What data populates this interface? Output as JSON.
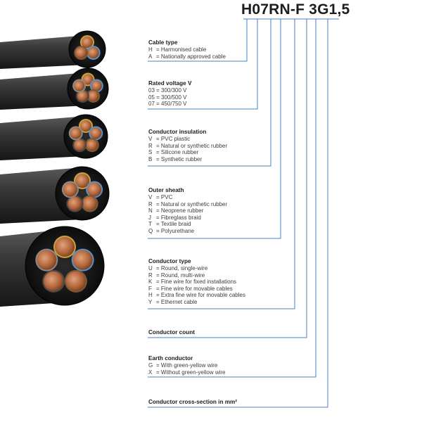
{
  "designation": {
    "parts": [
      "H",
      "07",
      "R",
      "N",
      "-",
      "F",
      " ",
      "3",
      "G",
      "1,5"
    ]
  },
  "sections": [
    {
      "key": "cable-type",
      "title": "Cable type",
      "items": [
        {
          "code": "H",
          "text": "= Harmonised cable"
        },
        {
          "code": "A",
          "text": "= Nationally approved cable"
        }
      ]
    },
    {
      "key": "rated-voltage",
      "title": "Rated voltage V",
      "items": [
        {
          "code": "",
          "text": "03 = 300/300 V"
        },
        {
          "code": "",
          "text": "05 = 300/500 V"
        },
        {
          "code": "",
          "text": "07 = 450/750 V"
        }
      ]
    },
    {
      "key": "conductor-insulation",
      "title": "Conductor insulation",
      "items": [
        {
          "code": "V",
          "text": "= PVC plastic"
        },
        {
          "code": "R",
          "text": "= Natural or synthetic rubber"
        },
        {
          "code": "S",
          "text": "= Silicone rubber"
        },
        {
          "code": "B",
          "text": "= Synthetic rubber"
        }
      ]
    },
    {
      "key": "outer-sheath",
      "title": "Outer sheath",
      "items": [
        {
          "code": "V",
          "text": "= PVC"
        },
        {
          "code": "R",
          "text": "= Natural or synthetic rubber"
        },
        {
          "code": "N",
          "text": "= Neoprene rubber"
        },
        {
          "code": "J",
          "text": "= Fibreglass braid"
        },
        {
          "code": "T",
          "text": "= Textile braid"
        },
        {
          "code": "Q",
          "text": "= Polyurethane"
        }
      ]
    },
    {
      "key": "conductor-type",
      "title": "Conductor type",
      "items": [
        {
          "code": "U",
          "text": "= Round, single-wire"
        },
        {
          "code": "R",
          "text": "= Round, multi-wire"
        },
        {
          "code": "K",
          "text": "= Fine wire for fixed installations"
        },
        {
          "code": "F",
          "text": "= Fine wire for movable cables"
        },
        {
          "code": "H",
          "text": "= Extra fine wire for movable cables"
        },
        {
          "code": "Y",
          "text": "= Ethernet cable"
        }
      ]
    },
    {
      "key": "conductor-count",
      "title": "Conductor count",
      "items": []
    },
    {
      "key": "earth-conductor",
      "title": "Earth conductor",
      "items": [
        {
          "code": "G",
          "text": "= With green-yellow wire"
        },
        {
          "code": "X",
          "text": "= Without green-yellow wire"
        }
      ]
    },
    {
      "key": "conductor-cross-section",
      "title": "Conductor cross-section in mm²",
      "items": []
    }
  ],
  "colors": {
    "line": "#4a80c0",
    "sheath": "#2a2a2a",
    "copper": "#b0643a",
    "text": "#1d1d1b"
  },
  "icons": [
    "cable-cross-section-icon"
  ]
}
